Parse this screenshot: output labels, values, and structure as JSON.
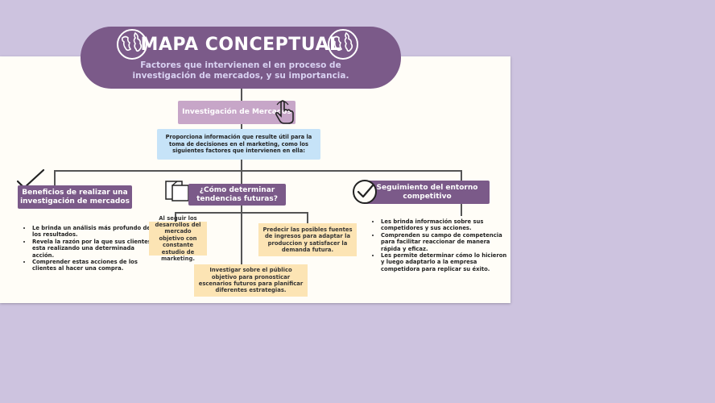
{
  "banner": {
    "title": "MAPA CONCEPTUAL",
    "subtitle": "Factores que intervienen el en proceso de investigación de mercados, y su importancia."
  },
  "root": {
    "label": "Investigación de Mercados",
    "description": "Proporciona información que resulte útil para la toma de decisiones en el marketing, como los siguientes factores que intervienen en ella:"
  },
  "branches": {
    "benefits": {
      "title": "Beneficios de realizar una investigación de mercados",
      "items": [
        "Le brinda un análisis más profundo de los resultados.",
        "Revela la razón por la que sus clientes esta realizando una determinada acción.",
        "Comprender estas acciones de los clientes al hacer una compra."
      ]
    },
    "trends": {
      "title": "¿Cómo determinar tendencias futuras?",
      "boxes": [
        "Al seguir los desarrollos del mercado objetivo con constante estudio de marketing.",
        "Predecir las posibles fuentes de ingresos para adaptar  la produccion y satisfacer la demanda futura.",
        "Investigar sobre el público objetivo para pronosticar escenarios futuros para planificar diferentes estrategias."
      ]
    },
    "competition": {
      "title": "Seguimiento del entorno competitivo",
      "items": [
        "Les brinda información sobre sus competidores y sus acciones.",
        "Comprenden su campo de competencia para facilitar reaccionar de manera rápida y eficaz.",
        "Les permite determinar cómo lo hicieron y luego adaptarlo a la empresa competidora para replicar su éxito."
      ]
    }
  },
  "icons": [
    "globe-icon",
    "pointer-hand-icon",
    "checkmark-icon",
    "documents-icon",
    "check-circle-icon"
  ],
  "colors": {
    "purple": "#7b5a89",
    "lilac": "#c7a6c8",
    "blue": "#c6e3f8",
    "yellow": "#fce4b4",
    "background": "#cdc3df"
  }
}
